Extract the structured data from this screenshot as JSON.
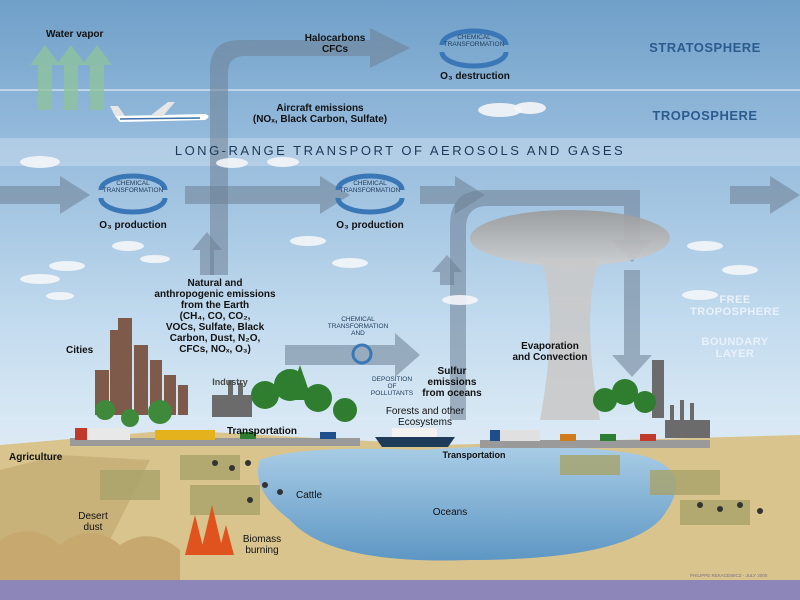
{
  "zones": {
    "stratosphere": "STRATOSPHERE",
    "troposphere": "TROPOSPHERE",
    "free_troposphere": "FREE\nTROPOSPHERE",
    "boundary_layer": "BOUNDARY\nLAYER"
  },
  "banner": "LONG-RANGE TRANSPORT OF AEROSOLS AND GASES",
  "labels": {
    "water_vapor": "Water vapor",
    "halocarbons": "Halocarbons\nCFCs",
    "o3_destruction": "O₃ destruction",
    "aircraft_emissions": "Aircraft emissions\n(NOₓ, Black Carbon, Sulfate)",
    "o3_production_left": "O₃ production",
    "o3_production_mid": "O₃ production",
    "natural_emissions": "Natural and\nanthropogenic emissions\nfrom the Earth\n(CH₄, CO, CO₂,\nVOCs, Sulfate, Black\nCarbon, Dust, N₂O,\nCFCs, NOₓ, O₃)",
    "sulfur_emissions": "Sulfur\nemissions\nfrom oceans",
    "evaporation": "Evaporation\nand Convection",
    "cities": "Cities",
    "industry": "Industry",
    "transportation_left": "Transportation",
    "transportation_right": "Transportation",
    "forests": "Forests and other\nEcosystems",
    "agriculture": "Agriculture",
    "cattle": "Cattle",
    "oceans": "Oceans",
    "desert_dust": "Desert\ndust",
    "biomass_burning": "Biomass\nburning",
    "deposition": "DEPOSITION\nOF\nPOLLUTANTS"
  },
  "small": {
    "chem_top": "CHEMICAL\nTRANSFORMATION",
    "chem_left": "CHEMICAL\nTRANSFORMATION",
    "chem_mid": "CHEMICAL\nTRANSFORMATION",
    "chem_ground": "CHEMICAL\nTRANSFORMATION\nAND"
  },
  "credit": "PHILIPPE REKACEWICZ - JULY 2000",
  "colors": {
    "arrow": "#6d7f93",
    "cycle": "#3a77b6",
    "land": "#d9c48e",
    "ocean": "#7fb2d6",
    "bottom_bar": "#8d86b9"
  }
}
